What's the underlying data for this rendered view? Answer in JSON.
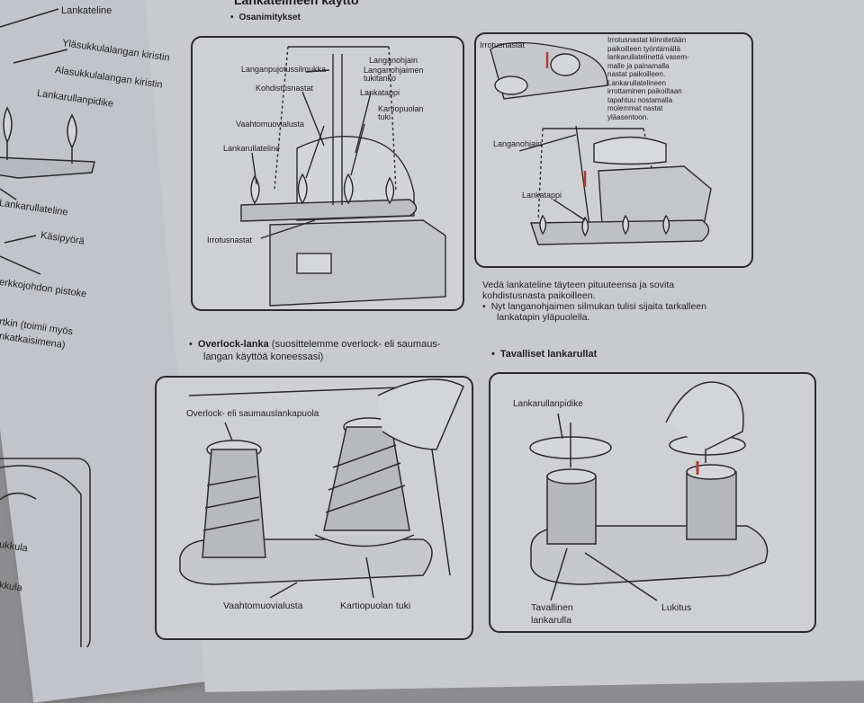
{
  "left_page": {
    "labels": [
      "Lankateline",
      "Yläsukkulalangan kiristin",
      "Alasukkulalangan kiristin",
      "Lankarullanpidike",
      "Lankarullateline",
      "Käsipyörä",
      "erkkojohdon pistoke",
      "rtkin (toimii myös",
      "nkatkaisimena)",
      "ukkula",
      "kkula"
    ]
  },
  "section": {
    "title": "Lankatelineen käyttö",
    "subtitle": "Osanimitykset"
  },
  "panel1": {
    "labels": {
      "langanohjain": "Langanohjain",
      "pujotussilmukka": "Langanpujotussilmukka",
      "tukitanko": "Langanohjaimen tukitanko",
      "kohdistusnastat": "Kohdistusnastat",
      "lankatappi": "Lankatappi",
      "kartiopuolan_tuki": "Kartiopuolan tuki",
      "vaahtomuovialusta": "Vaahtomuovialusta",
      "lankarullateline": "Lankarullateline",
      "irrotusnastat": "Irrotusnastat"
    }
  },
  "panel2": {
    "irrotusnastat": "Irrotusnastat",
    "note": [
      "Irrotusnastat kiinnitetään",
      "paikoilleen työntämällä",
      "lankarullatelinettä vasem-",
      "malle ja painamalla",
      "nastat paikoilleen.",
      "Lankarullatelineen",
      "irrottaminen paikoiltaan",
      "tapahtuu nostamalla",
      "molemmat nastat",
      "yläasentoon."
    ],
    "langanohjain": "Langanohjain",
    "lankatappi": "Lankatappi"
  },
  "instructions": {
    "line1": "Vedä lankateline täyteen pituuteensa ja sovita",
    "line2": "kohdistusnasta paikoilleen.",
    "bullet1": "Nyt langanohjaimen silmukan tulisi sijaita tarkalleen",
    "bullet2": "lankatapin yläpuolella."
  },
  "overlock": {
    "title": "Overlock-lanka",
    "desc1": "(suosittelemme overlock- eli saumaus-",
    "desc2": "langan käyttöä koneessasi)",
    "label_top": "Overlock- eli saumauslankapuola",
    "label_foam": "Vaahtomuovialusta",
    "label_cone": "Kartiopuolan tuki"
  },
  "spools": {
    "title": "Tavalliset lankarullat",
    "label_holder": "Lankarullanpidike",
    "label_spool_1": "Tavallinen",
    "label_spool_2": "lankarulla",
    "label_lock": "Lukitus"
  }
}
